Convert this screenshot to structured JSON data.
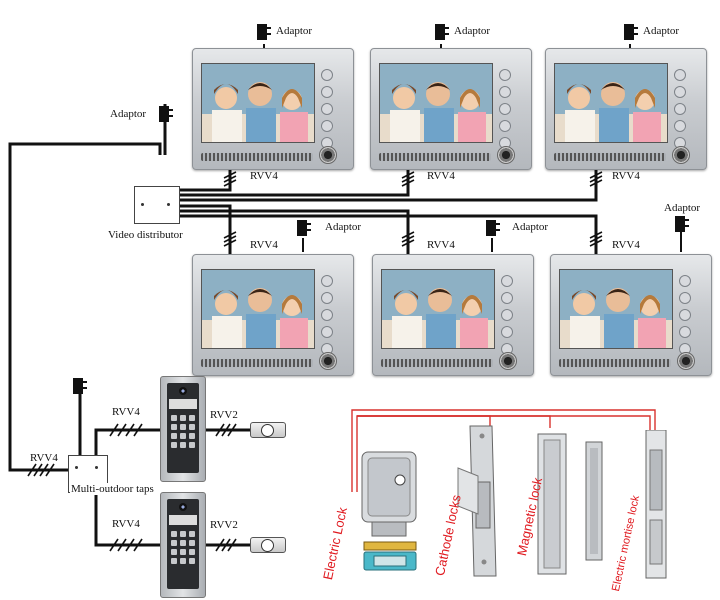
{
  "labels": {
    "adaptor": "Adaptor",
    "rvv4": "RVV4",
    "rvv2": "RVV2",
    "video_distributor": "Video distributor",
    "multi_outdoor_taps": "Multi-outdoor taps"
  },
  "locks": {
    "electric_lock": "Electric Lock",
    "cathode_locks": "Cathode locks",
    "magnetic_lock": "Magnetic lock",
    "electric_mortise_lock": "Electric mortise lock"
  },
  "colors": {
    "wire_black": "#111111",
    "wire_red": "#d8322e",
    "label_red": "#e0191f"
  },
  "icons": [
    "adaptor-plug-icon",
    "indoor-monitor",
    "door-camera-keypad",
    "release-button-icon",
    "electric-lock",
    "cathode-lock",
    "magnetic-lock",
    "mortise-lock"
  ]
}
